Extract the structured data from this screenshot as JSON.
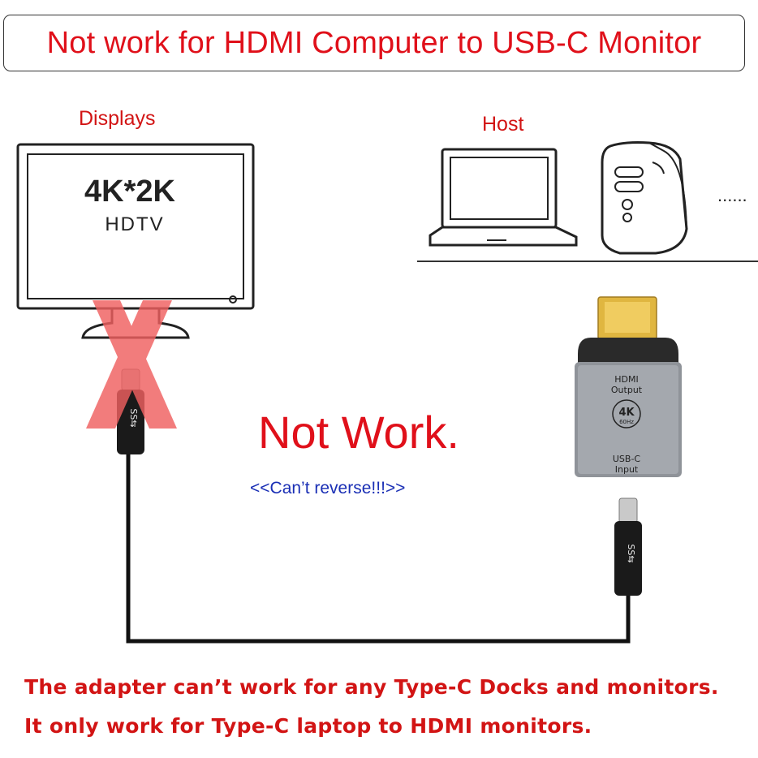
{
  "banner": {
    "text": "Not work for HDMI Computer to USB-C Monitor"
  },
  "labels": {
    "displays": "Displays",
    "host": "Host",
    "more_dots": "......"
  },
  "monitor": {
    "resolution": "4K*2K",
    "type": "HDTV"
  },
  "adapter": {
    "output_label_1": "HDMI",
    "output_label_2": "Output",
    "badge_main": "4K",
    "badge_sub": "60Hz",
    "input_label_1": "USB-C",
    "input_label_2": "Input"
  },
  "cable": {
    "logo": "SS⇆"
  },
  "message": {
    "main": "Not Work.",
    "sub": "<<Can’t reverse!!!>>"
  },
  "footer": {
    "line1": "The adapter can’t work for any Type-C Docks and monitors.",
    "line2": "It only work for Type-C laptop to HDMI monitors."
  },
  "colors": {
    "red": "#e0101a",
    "blue": "#1a2fb5",
    "cross": "#f06060"
  },
  "icons": [
    "monitor-icon",
    "laptop-icon",
    "desktop-tower-icon",
    "hdmi-adapter-icon",
    "usb-c-plug-icon",
    "cross-mark-icon"
  ]
}
